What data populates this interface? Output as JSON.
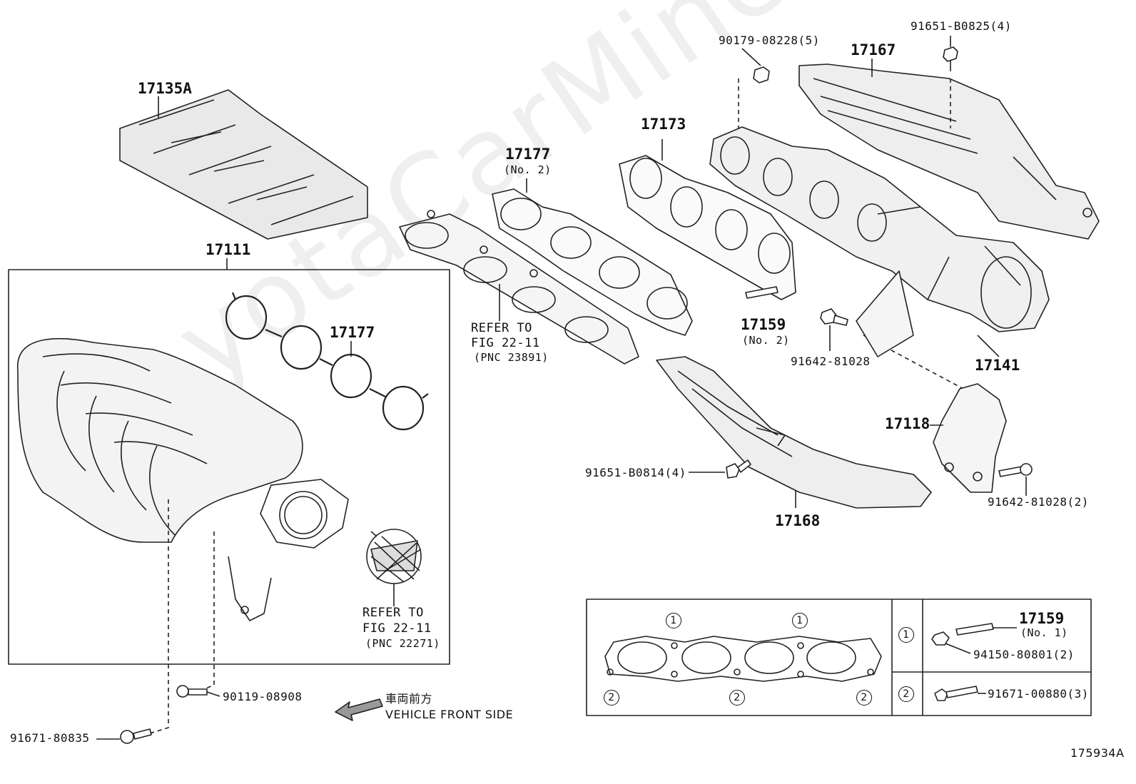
{
  "watermark": "ToyotaCarMine.ru",
  "figure_id": "175934A",
  "parts": {
    "p17135A": "17135A",
    "p17111": "17111",
    "p17177_upper": "17177",
    "p17177_upper_note": "(No. 2)",
    "p17177_lower": "17177",
    "p17173": "17173",
    "p17167": "17167",
    "p17159": "17159",
    "p17159_note": "(No. 2)",
    "p17141": "17141",
    "p17118": "17118",
    "p17168": "17168",
    "b90179": "90179-08228(5)",
    "b91651_0825": "91651-B0825(4)",
    "b91642_a": "91642-81028",
    "b91642_b": "91642-81028(2)",
    "b91651_0814": "91651-B0814(4)",
    "b90119": "90119-08908",
    "b91671_80835": "91671-80835"
  },
  "refer_upper": {
    "line1": "REFER TO",
    "line2": "FIG 22-11",
    "line3": "(PNC 23891)"
  },
  "refer_lower": {
    "line1": "REFER TO",
    "line2": "FIG 22-11",
    "line3": "(PNC 22271)"
  },
  "direction": {
    "japanese": "車両前方",
    "english": "VEHICLE FRONT SIDE"
  },
  "legend": {
    "marker_1": "1",
    "marker_2": "2",
    "row1_part": "17159",
    "row1_note": "(No. 1)",
    "row1_bolt": "94150-80801(2)",
    "row2_bolt": "91671-00880(3)"
  }
}
